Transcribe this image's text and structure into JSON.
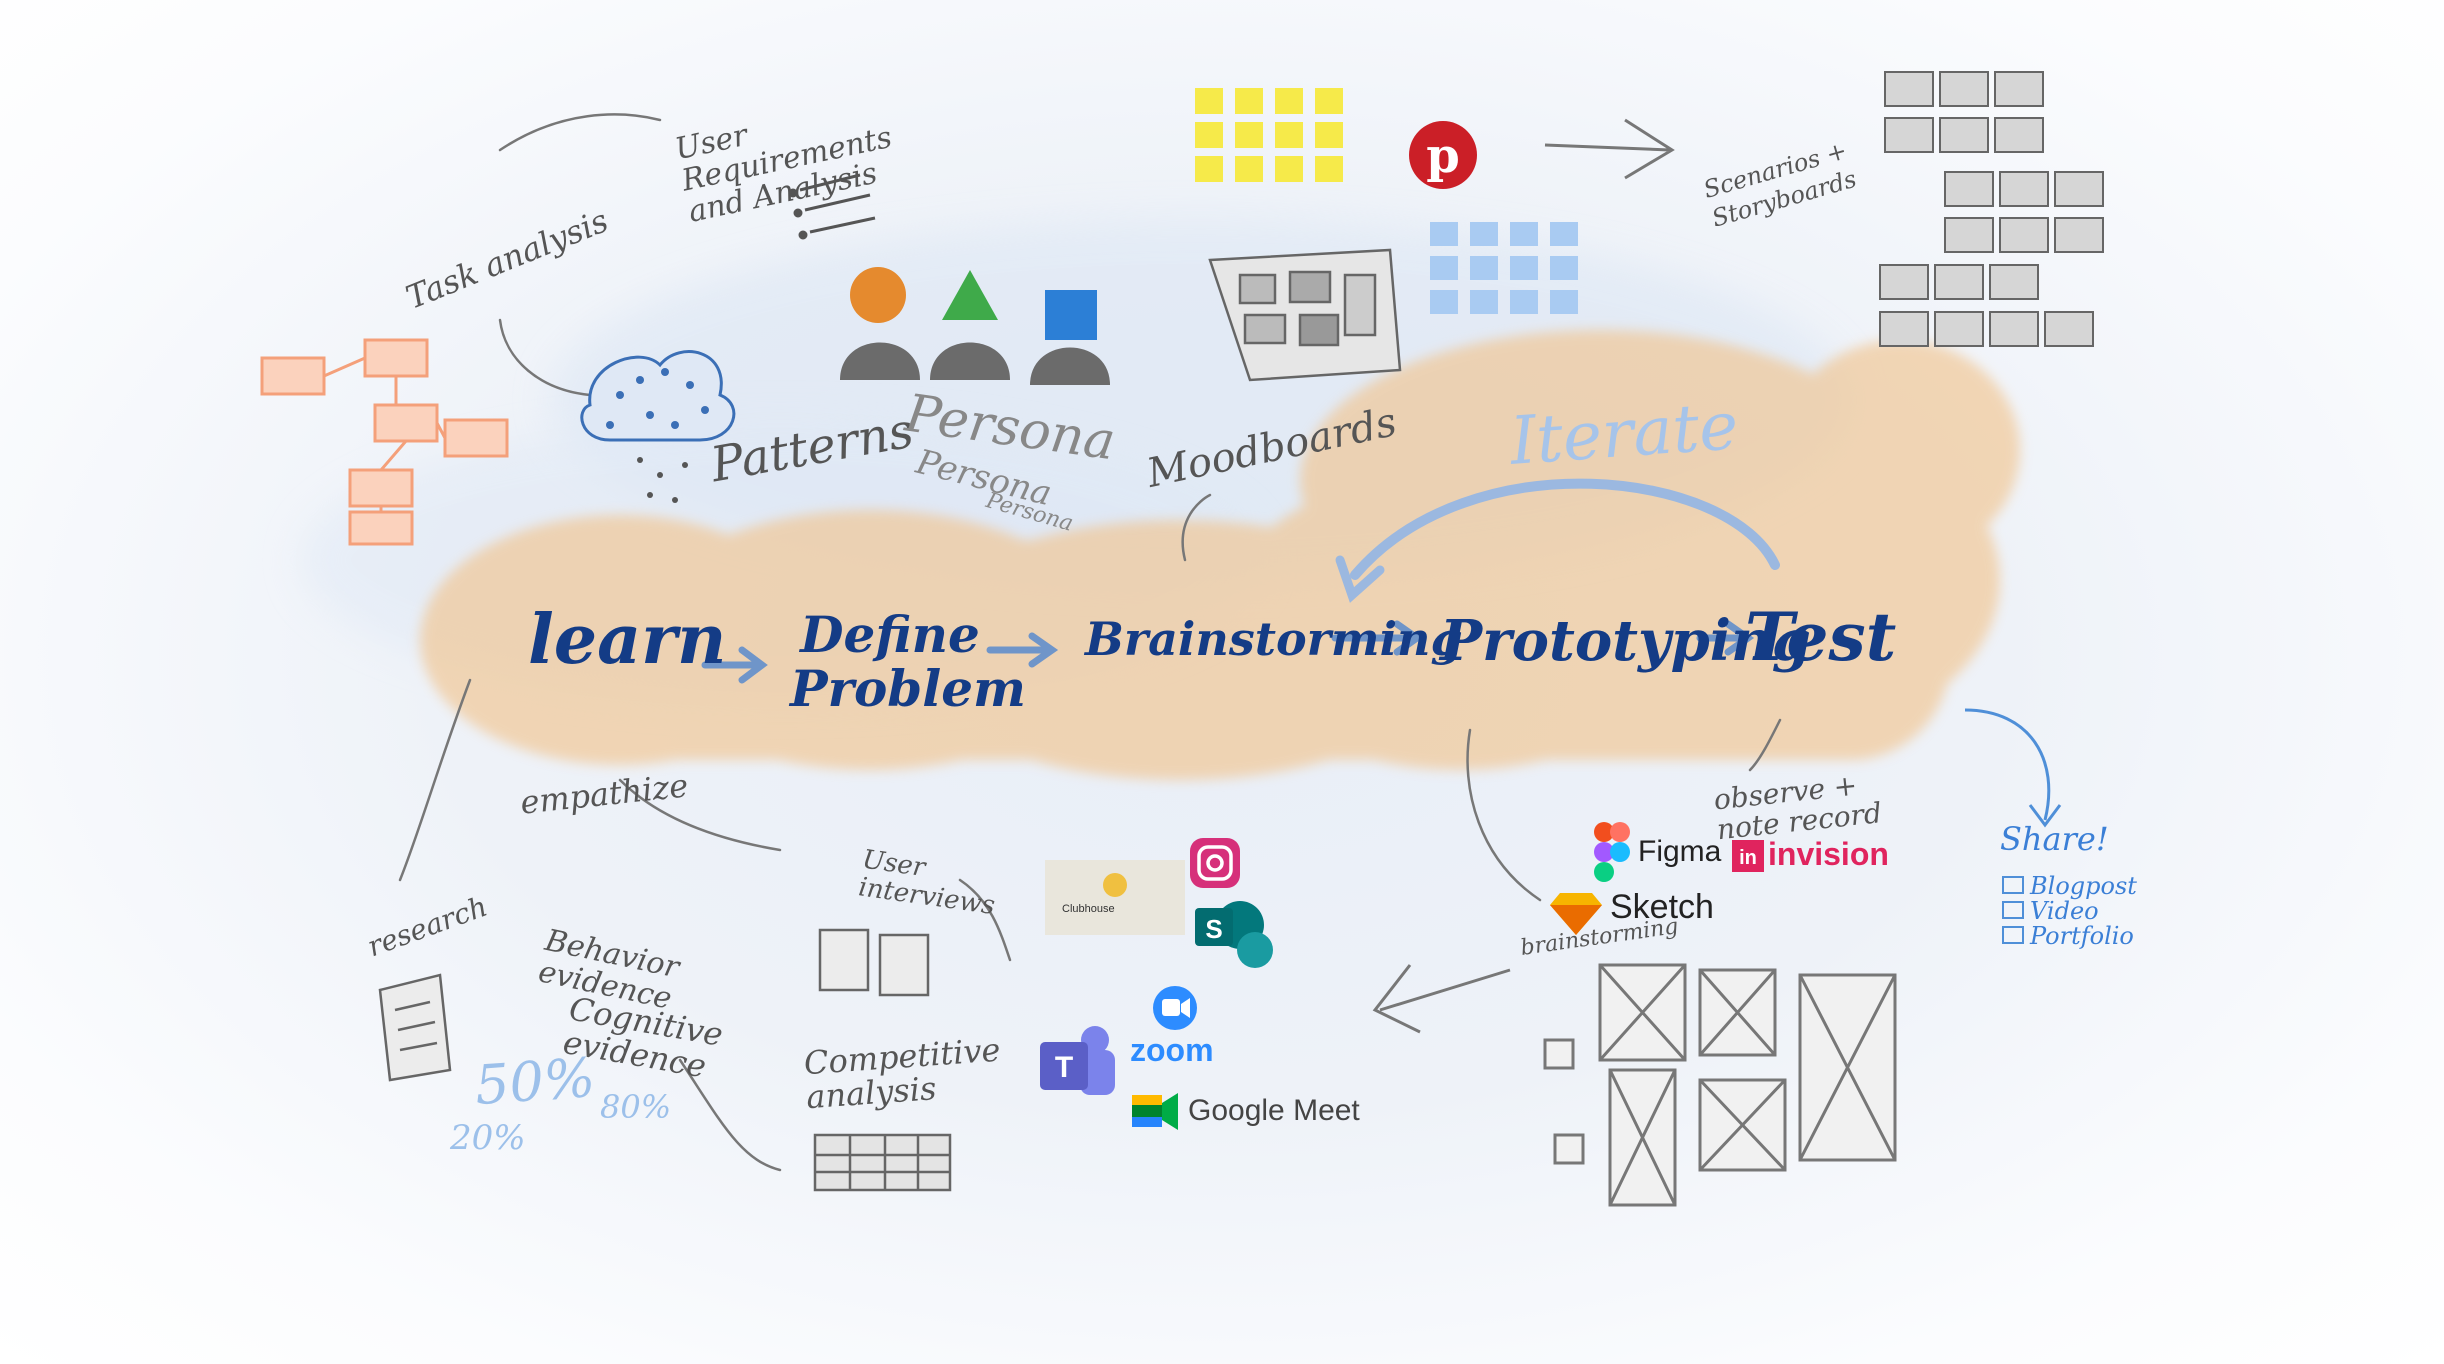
{
  "process": {
    "iterate_label": "Iterate",
    "stages": [
      {
        "label": "learn"
      },
      {
        "label": "Define Problem"
      },
      {
        "label": "Brainstorming"
      },
      {
        "label": "Prototyping"
      },
      {
        "label": "Test"
      }
    ]
  },
  "notes": {
    "user_requirements": "User Requirements and Analysis",
    "task_analysis": "Task analysis",
    "patterns": "Patterns",
    "persona": [
      "Persona",
      "Persona",
      "Persona"
    ],
    "moodboards": "Moodboards",
    "scenarios": "Scenarios + Storyboards",
    "empathize": "empathize",
    "research": "research",
    "user_interviews": "User interviews",
    "behavior_evidence": "Behavior evidence",
    "cognitive_evidence": "Cognitive evidence",
    "competitive_analysis": "Competitive analysis",
    "stats": [
      "50%",
      "80%",
      "20%"
    ],
    "brainstorming_small": "brainstorming",
    "observe": "observe + note record"
  },
  "share": {
    "title": "Share!",
    "items": [
      "Blogpost",
      "Video",
      "Portfolio"
    ]
  },
  "tools": {
    "figma": "Figma",
    "invision": "invision",
    "sketch": "Sketch",
    "zoom": "zoom",
    "google_meet": "Google Meet",
    "clubhouse": "Clubhouse"
  },
  "colors": {
    "cloud": "#f2c38b",
    "stage_text": "#143c86",
    "arrow": "#6f95c9",
    "sticky_yellow": "#f6ea4a",
    "sticky_blue": "#a9cbf2",
    "org_chart": "#f4a07a",
    "pinterest": "#cb1f27",
    "invision": "#e0245e",
    "sketch": "#f7b500",
    "zoom": "#2d8cff",
    "teams": "#5b5fc7",
    "sharepoint": "#037f7f"
  }
}
